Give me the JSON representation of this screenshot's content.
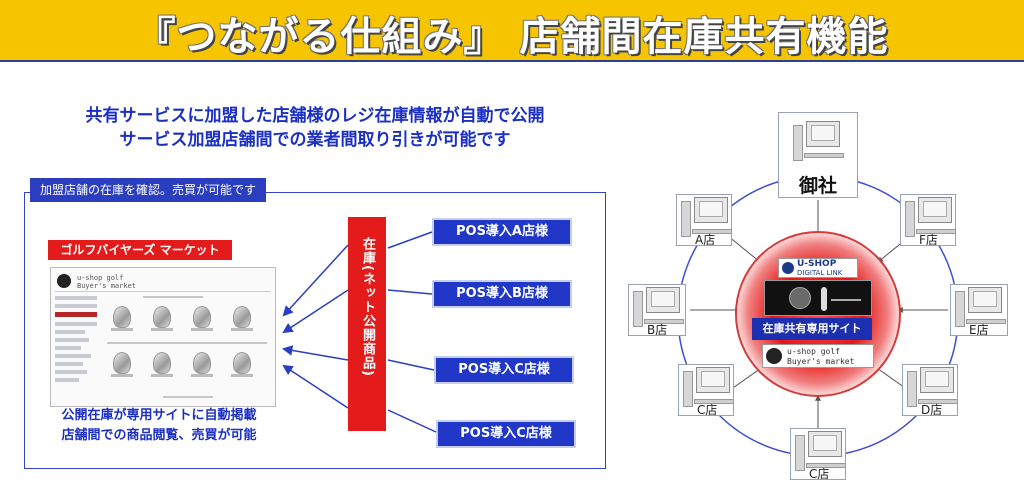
{
  "header": {
    "title": "『つながる仕組み』 店舗間在庫共有機能"
  },
  "intro": {
    "line1": "共有サービスに加盟した店舗様のレジ在庫情報が自動で公開",
    "line2": "サービス加盟店舗間での業者間取り引きが可能です"
  },
  "left_panel": {
    "tab": "加盟店舗の在庫を確認。売買が可能です",
    "market_label": "ゴルフバイヤーズ マーケット",
    "site_brand": [
      "u-shop golf",
      "Buyer's market"
    ],
    "caption_line1": "公開在庫が専用サイトに自動掲載",
    "caption_line2": "店舗間での商品閲覧、売買が可能"
  },
  "stock_column": {
    "label": "在庫(ネット公開商品)"
  },
  "pos_boxes": [
    "POS導入A店様",
    "POS導入B店様",
    "POS導入C店様",
    "POS導入C店様"
  ],
  "network": {
    "hq": "御社",
    "stores": [
      "A店",
      "F店",
      "B店",
      "E店",
      "C店",
      "D店",
      "C店"
    ],
    "center": {
      "logo_line1": "U-SHOP",
      "logo_line2": "DIGITAL LINK",
      "sharing_label": "在庫共有専用サイト",
      "brand_line1": "u-shop golf",
      "brand_line2": "Buyer's market"
    }
  },
  "colors": {
    "banner": "#f7c400",
    "primary_blue": "#1b2fc4",
    "accent_red": "#e31b1b",
    "pos_blue": "#2137c8"
  },
  "icons": [
    "computer-icon",
    "club-head-icon",
    "golfer-icon"
  ]
}
